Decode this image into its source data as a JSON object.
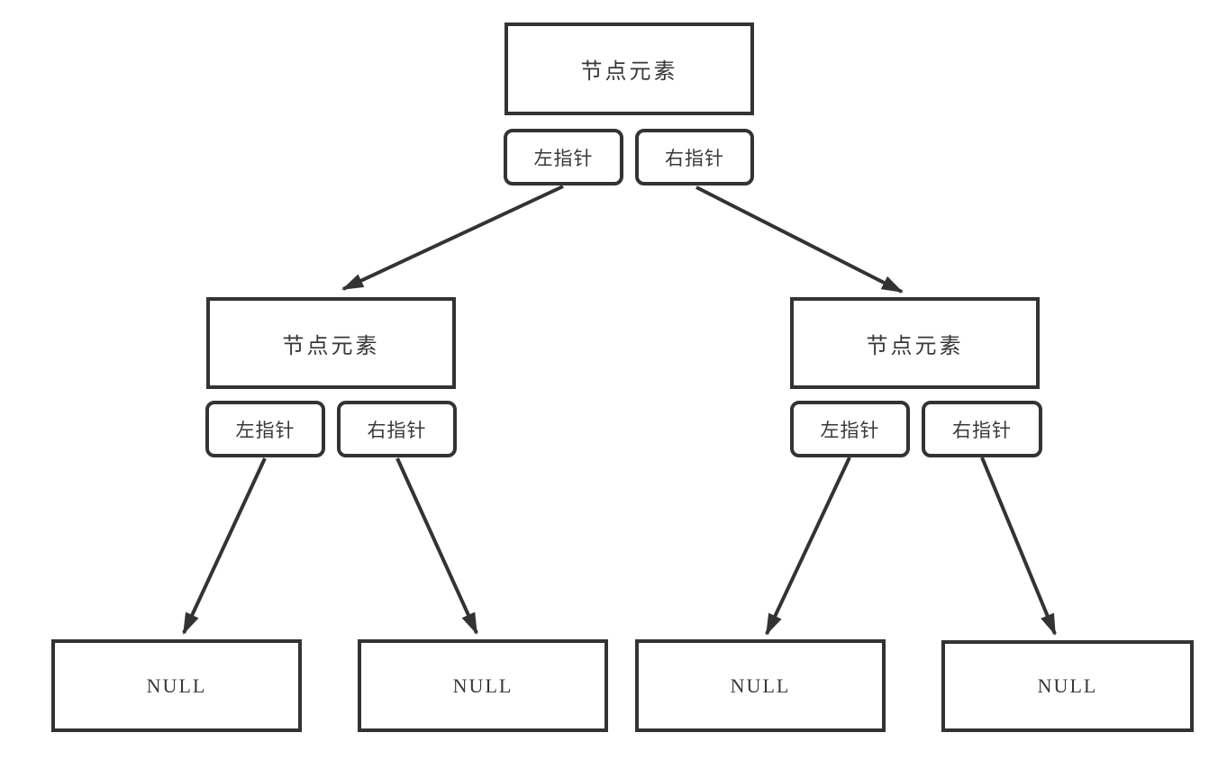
{
  "diagram": {
    "type": "binary-tree-node-structure",
    "root": {
      "label": "节点元素",
      "left_pointer_label": "左指针",
      "right_pointer_label": "右指针"
    },
    "left_child": {
      "label": "节点元素",
      "left_pointer_label": "左指针",
      "right_pointer_label": "右指针",
      "left_null_label": "NULL",
      "right_null_label": "NULL"
    },
    "right_child": {
      "label": "节点元素",
      "left_pointer_label": "左指针",
      "right_pointer_label": "右指针",
      "left_null_label": "NULL",
      "right_null_label": "NULL"
    }
  },
  "colors": {
    "stroke": "#333333",
    "text": "#383838",
    "background": "#ffffff"
  }
}
